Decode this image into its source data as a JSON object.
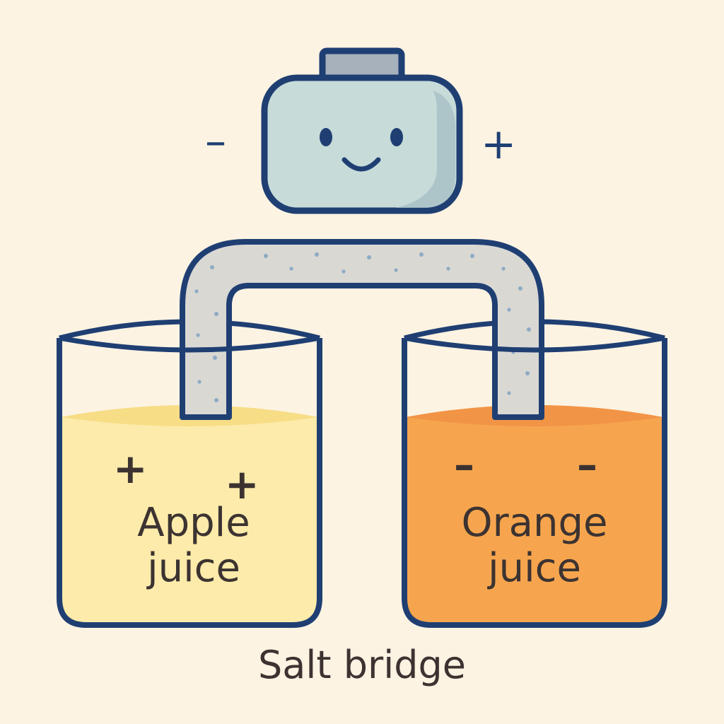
{
  "battery": {
    "negative_sign": "–",
    "positive_sign": "+"
  },
  "beakers": [
    {
      "label_line1": "Apple",
      "label_line2": "juice",
      "signs": [
        "+",
        "+"
      ],
      "color": "#fcebaa"
    },
    {
      "label_line1": "Orange",
      "label_line2": "juice",
      "signs": [
        "–",
        "–"
      ],
      "color": "#f6a54e"
    }
  ],
  "bridge": {
    "label": "Salt bridge"
  },
  "colors": {
    "background": "#fcf3e2",
    "outline": "#1f3f73",
    "battery_body": "#c7dbd9",
    "bridge_fill": "#d9d8d3",
    "text": "#3c3331"
  }
}
